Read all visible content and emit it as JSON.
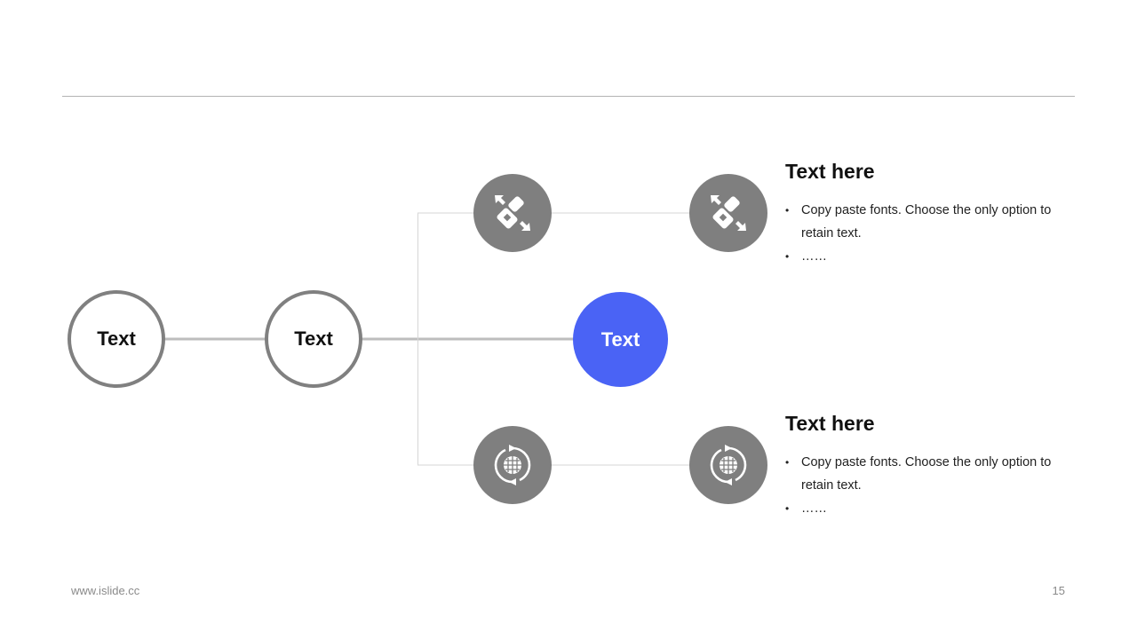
{
  "slide": {
    "page_number": "15",
    "footer_url": "www.islide.cc"
  },
  "colors": {
    "accent": "#4a63f5",
    "node_gray": "#7f7f7f",
    "ring_gray": "#808080",
    "connector": "#c8c8c8"
  },
  "nodes": {
    "node1_label": "Text",
    "node2_label": "Text",
    "center_label": "Text"
  },
  "icons": {
    "top_left": "seatbelt-buckle-icon",
    "top_right": "seatbelt-buckle-icon",
    "bottom_left": "global-cycle-icon",
    "bottom_right": "global-cycle-icon"
  },
  "blocks": [
    {
      "title": "Text here",
      "bullets": [
        "Copy paste fonts. Choose the only option to retain text.",
        "……"
      ]
    },
    {
      "title": "Text here",
      "bullets": [
        "Copy paste fonts. Choose the only option to retain text.",
        "……"
      ]
    }
  ]
}
